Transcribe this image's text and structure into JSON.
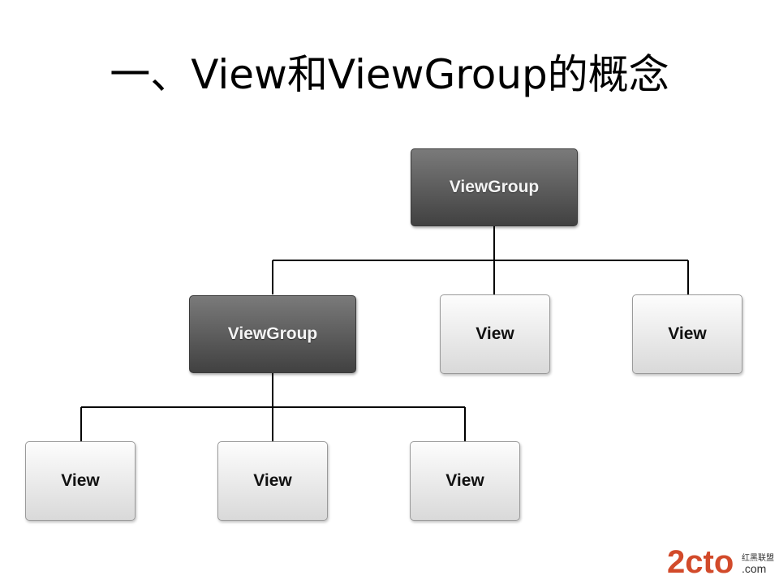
{
  "title": "一、View和ViewGroup的概念",
  "tree": {
    "root": "ViewGroup",
    "level2": [
      "ViewGroup",
      "View",
      "View"
    ],
    "level3": [
      "View",
      "View",
      "View"
    ]
  },
  "watermark": {
    "logo_text": "2cto",
    "brand": "红黑联盟",
    "domain": ".com"
  },
  "colors": {
    "group_fill_top": "#7a7a7a",
    "group_fill_bottom": "#414141",
    "view_fill_top": "#fdfdfd",
    "view_fill_bottom": "#d9d9d9",
    "connector": "#000000",
    "logo": "#d24a2a"
  }
}
